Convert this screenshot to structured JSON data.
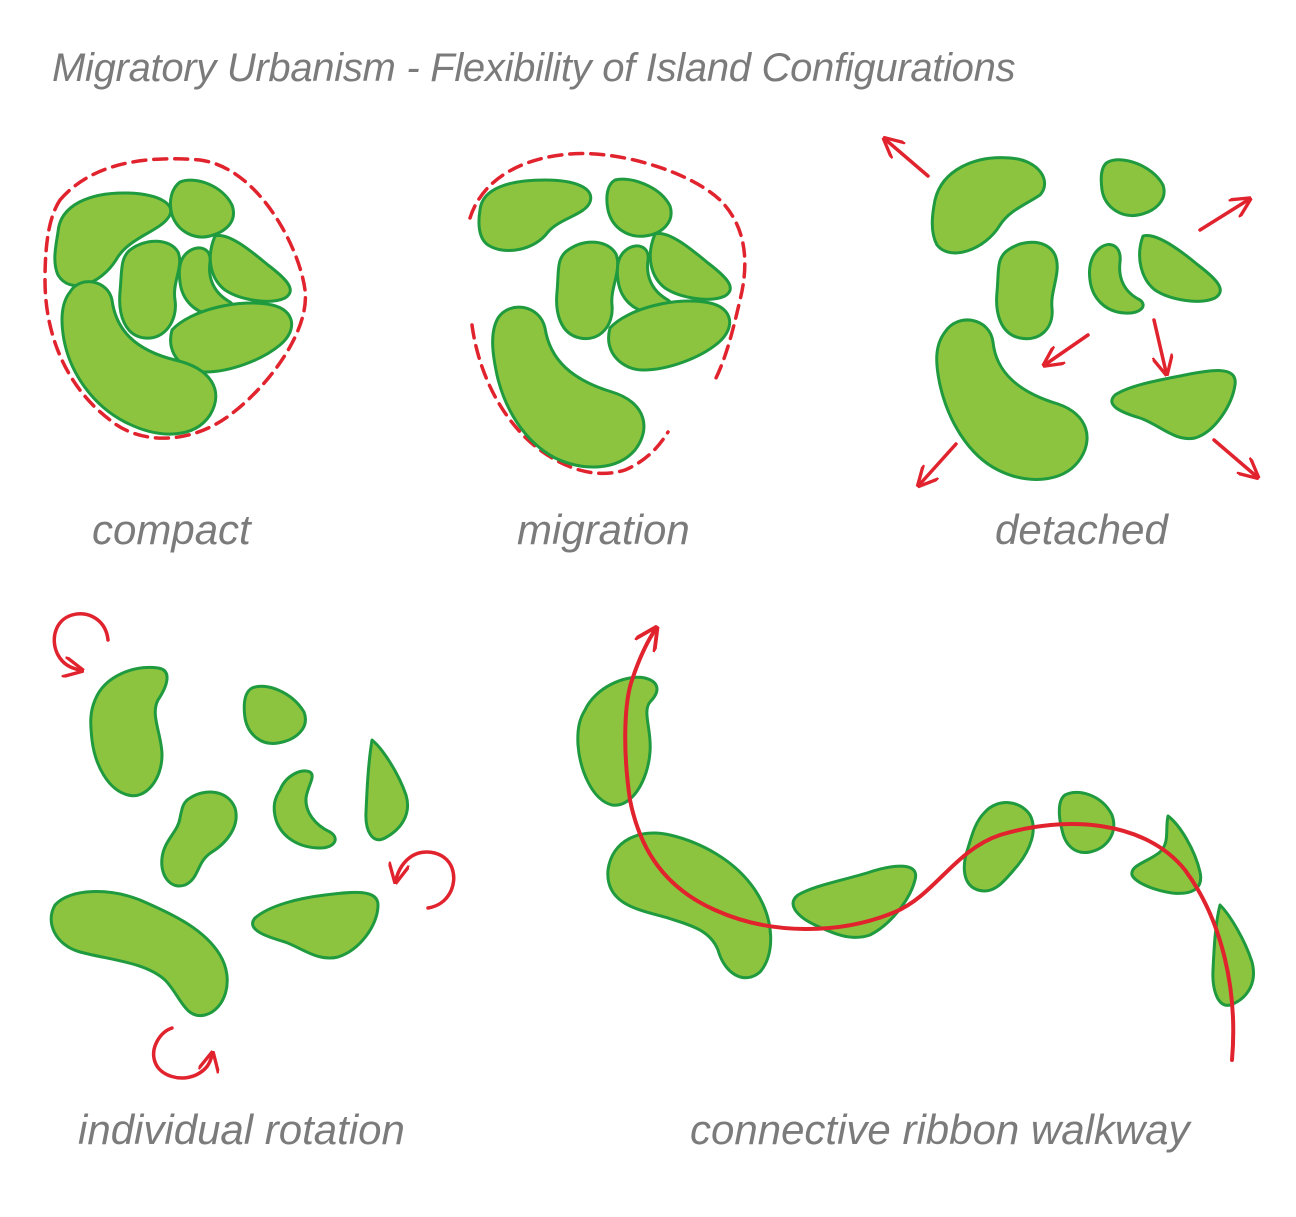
{
  "title": "Migratory Urbanism - Flexibility of Island Configurations",
  "captions": {
    "compact": "compact",
    "migration": "migration",
    "detached": "detached",
    "rotation": "individual rotation",
    "ribbon": "connective ribbon walkway"
  },
  "colors": {
    "island_fill": "#8cc43f",
    "island_stroke": "#1f9a3e",
    "arrow": "#e1232e",
    "text": "#7b7b7b"
  }
}
